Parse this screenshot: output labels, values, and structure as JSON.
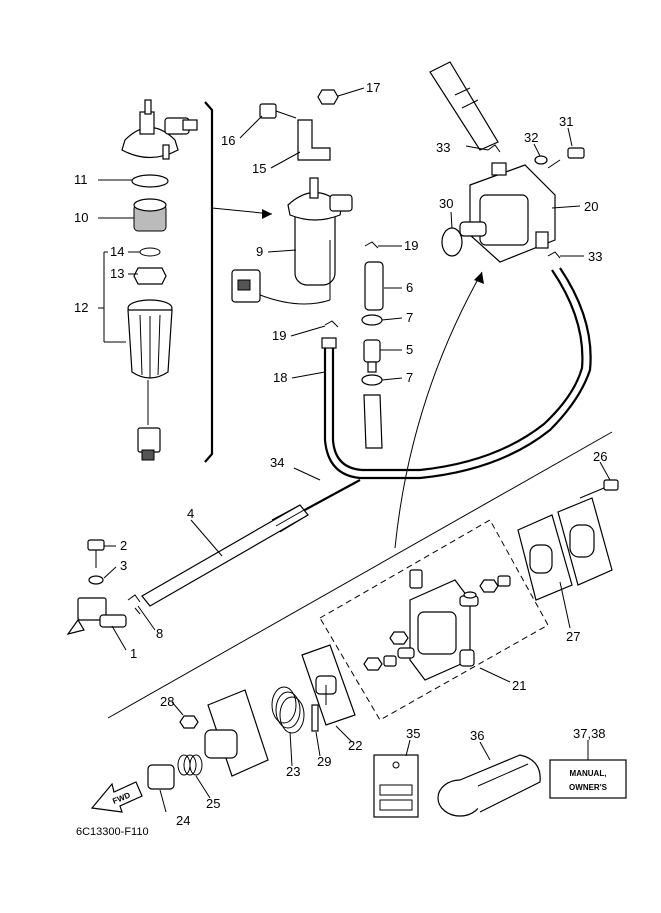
{
  "drawing_code": "6C13300-F110",
  "fwd_tag": "FWD",
  "manual_tag": {
    "line1": "MANUAL,",
    "line2": "OWNER'S"
  },
  "callouts": {
    "c2": "2",
    "c3": "3",
    "c4": "4",
    "c1": "1",
    "c5": "5",
    "c6": "6",
    "c7a": "7",
    "c7b": "7",
    "c8": "8",
    "c9": "9",
    "c10": "10",
    "c11": "11",
    "c12": "12",
    "c13": "13",
    "c14": "14",
    "c15": "15",
    "c16": "16",
    "c17": "17",
    "c18": "18",
    "c19a": "19",
    "c19b": "19",
    "c20": "20",
    "c21": "21",
    "c22": "22",
    "c23": "23",
    "c24": "24",
    "c25": "25",
    "c26": "26",
    "c27": "27",
    "c28": "28",
    "c29": "29",
    "c30": "30",
    "c31": "31",
    "c32": "32",
    "c33a": "33",
    "c33b": "33",
    "c34": "34",
    "c35": "35",
    "c36": "36",
    "c3738": "37,38"
  }
}
